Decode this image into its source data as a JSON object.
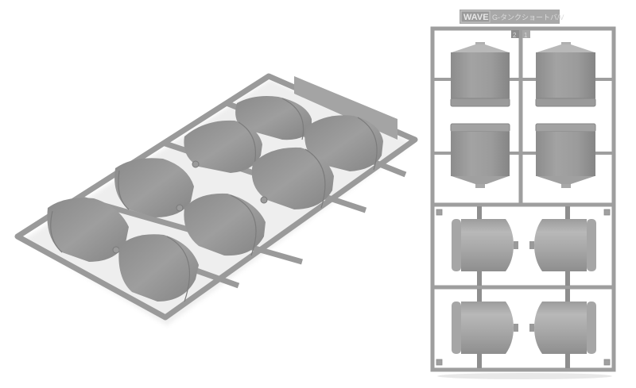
{
  "image": {
    "description": "Product photo of grey plastic model kit runners (sprues) holding small tank parts, shown at an angle (left) and flat (right)",
    "background_color": "#ffffff",
    "plastic_color": "#9a9a9a"
  },
  "angled_sprue": {
    "parts_count": 8,
    "part_shape": "rounded tank"
  },
  "flat_sprue": {
    "tag": {
      "brand": "WAVE",
      "name": "G-タンクショートバ/V"
    },
    "part_numbers": [
      "2",
      "1"
    ],
    "upper_section": {
      "parts_count": 4,
      "part_shape": "vertical cylinder with cone end"
    },
    "lower_section": {
      "parts_count": 4,
      "part_shape": "horizontal cylinder tank"
    }
  }
}
